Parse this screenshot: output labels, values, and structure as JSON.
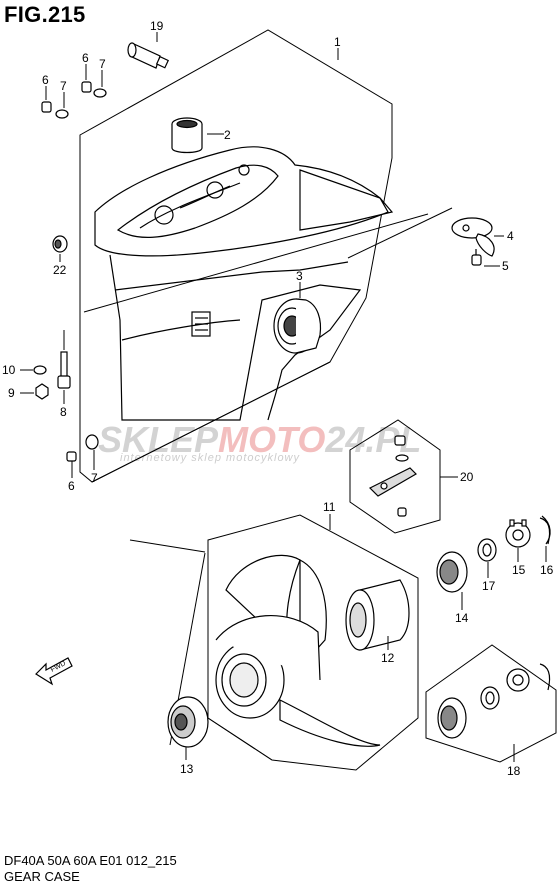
{
  "figure": {
    "title": "FIG.215",
    "model_line": "DF40A 50A 60A E01 012_215",
    "group_name": "GEAR CASE"
  },
  "watermark": {
    "brand_part1": "SKLEP",
    "brand_part2": "MOTO",
    "brand_part3": "24.PL",
    "tagline": "internetowy sklep motocyklowy",
    "colors": {
      "grey": "#c8c8c8",
      "red": "#f0b0b0"
    }
  },
  "direction_arrow": {
    "label": "FWD",
    "icon": "fwd-arrow-icon"
  },
  "callouts": [
    {
      "id": "c1",
      "number": "1"
    },
    {
      "id": "c2",
      "number": "2"
    },
    {
      "id": "c3",
      "number": "3"
    },
    {
      "id": "c4",
      "number": "4"
    },
    {
      "id": "c5",
      "number": "5"
    },
    {
      "id": "c6a",
      "number": "6"
    },
    {
      "id": "c6b",
      "number": "6"
    },
    {
      "id": "c6c",
      "number": "6"
    },
    {
      "id": "c7a",
      "number": "7"
    },
    {
      "id": "c7b",
      "number": "7"
    },
    {
      "id": "c7c",
      "number": "7"
    },
    {
      "id": "c8",
      "number": "8"
    },
    {
      "id": "c9",
      "number": "9"
    },
    {
      "id": "c10",
      "number": "10"
    },
    {
      "id": "c11",
      "number": "11"
    },
    {
      "id": "c12",
      "number": "12"
    },
    {
      "id": "c13",
      "number": "13"
    },
    {
      "id": "c14",
      "number": "14"
    },
    {
      "id": "c15",
      "number": "15"
    },
    {
      "id": "c16",
      "number": "16"
    },
    {
      "id": "c17",
      "number": "17"
    },
    {
      "id": "c18",
      "number": "18"
    },
    {
      "id": "c19",
      "number": "19"
    },
    {
      "id": "c20",
      "number": "20"
    },
    {
      "id": "c22",
      "number": "22"
    }
  ]
}
